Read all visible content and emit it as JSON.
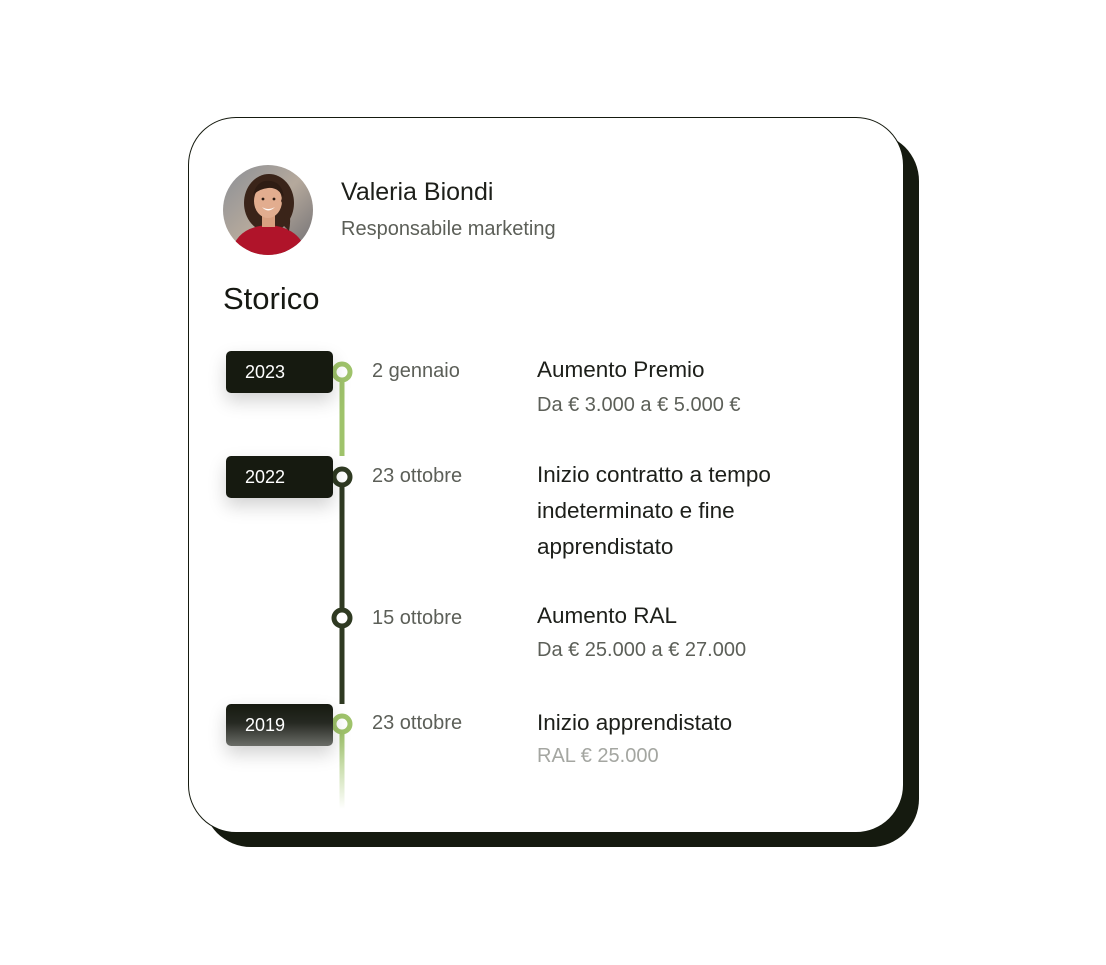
{
  "profile": {
    "name": "Valeria Biondi",
    "role": "Responsabile marketing"
  },
  "history": {
    "title": "Storico",
    "events": [
      {
        "year": "2023",
        "date": "2 gennaio",
        "title": "Aumento Premio",
        "detail": "Da € 3.000 a € 5.000 €"
      },
      {
        "year": "2022",
        "date": "23 ottobre",
        "title": "Inizio contratto a tempo indeterminato e fine apprendistato",
        "detail": ""
      },
      {
        "year": "",
        "date": "15 ottobre",
        "title": "Aumento RAL",
        "detail": "Da € 25.000 a € 27.000"
      },
      {
        "year": "2019",
        "date": "23 ottobre",
        "title": "Inizio apprendistato",
        "detail": "RAL € 25.000"
      }
    ]
  },
  "colors": {
    "accent_green": "#9fc36b",
    "dark": "#151a0f",
    "timeline_dark": "#2f3a22"
  }
}
